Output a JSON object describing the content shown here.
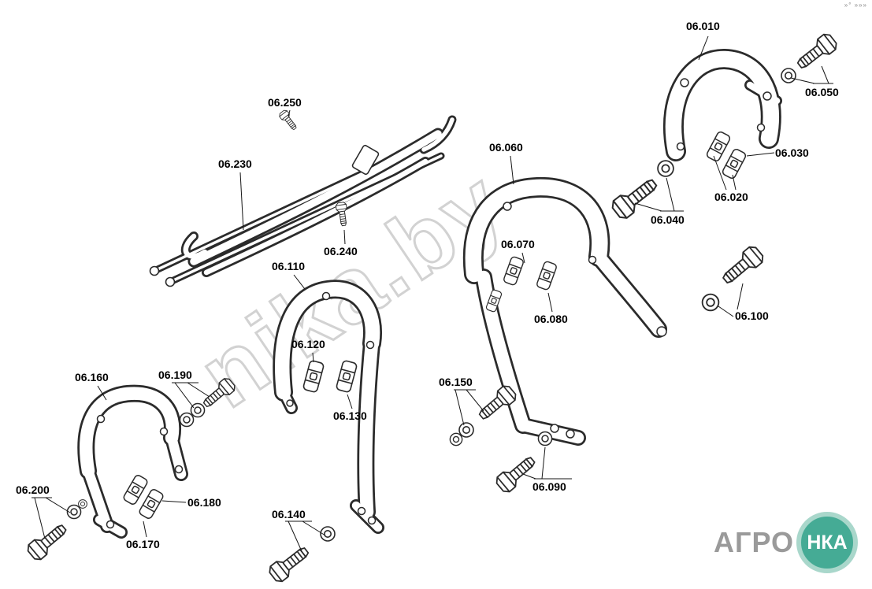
{
  "watermark": {
    "text": "nika.by",
    "color": "#d2d2d2"
  },
  "corner_marks": "»° »»»",
  "logo": {
    "brand_left": "АГРО",
    "brand_right": "НКА",
    "circle_color": "#45ab95",
    "ring_color": "#a9d7cb",
    "text_color": "#9a9a9a"
  },
  "labels": {
    "p010": "06.010",
    "p020": "06.020",
    "p030": "06.030",
    "p040": "06.040",
    "p050": "06.050",
    "p060": "06.060",
    "p070": "06.070",
    "p080": "06.080",
    "p090": "06.090",
    "p100": "06.100",
    "p110": "06.110",
    "p120": "06.120",
    "p130": "06.130",
    "p140": "06.140",
    "p150": "06.150",
    "p160": "06.160",
    "p170": "06.170",
    "p180": "06.180",
    "p190": "06.190",
    "p200": "06.200",
    "p230": "06.230",
    "p240": "06.240",
    "p250": "06.250"
  }
}
